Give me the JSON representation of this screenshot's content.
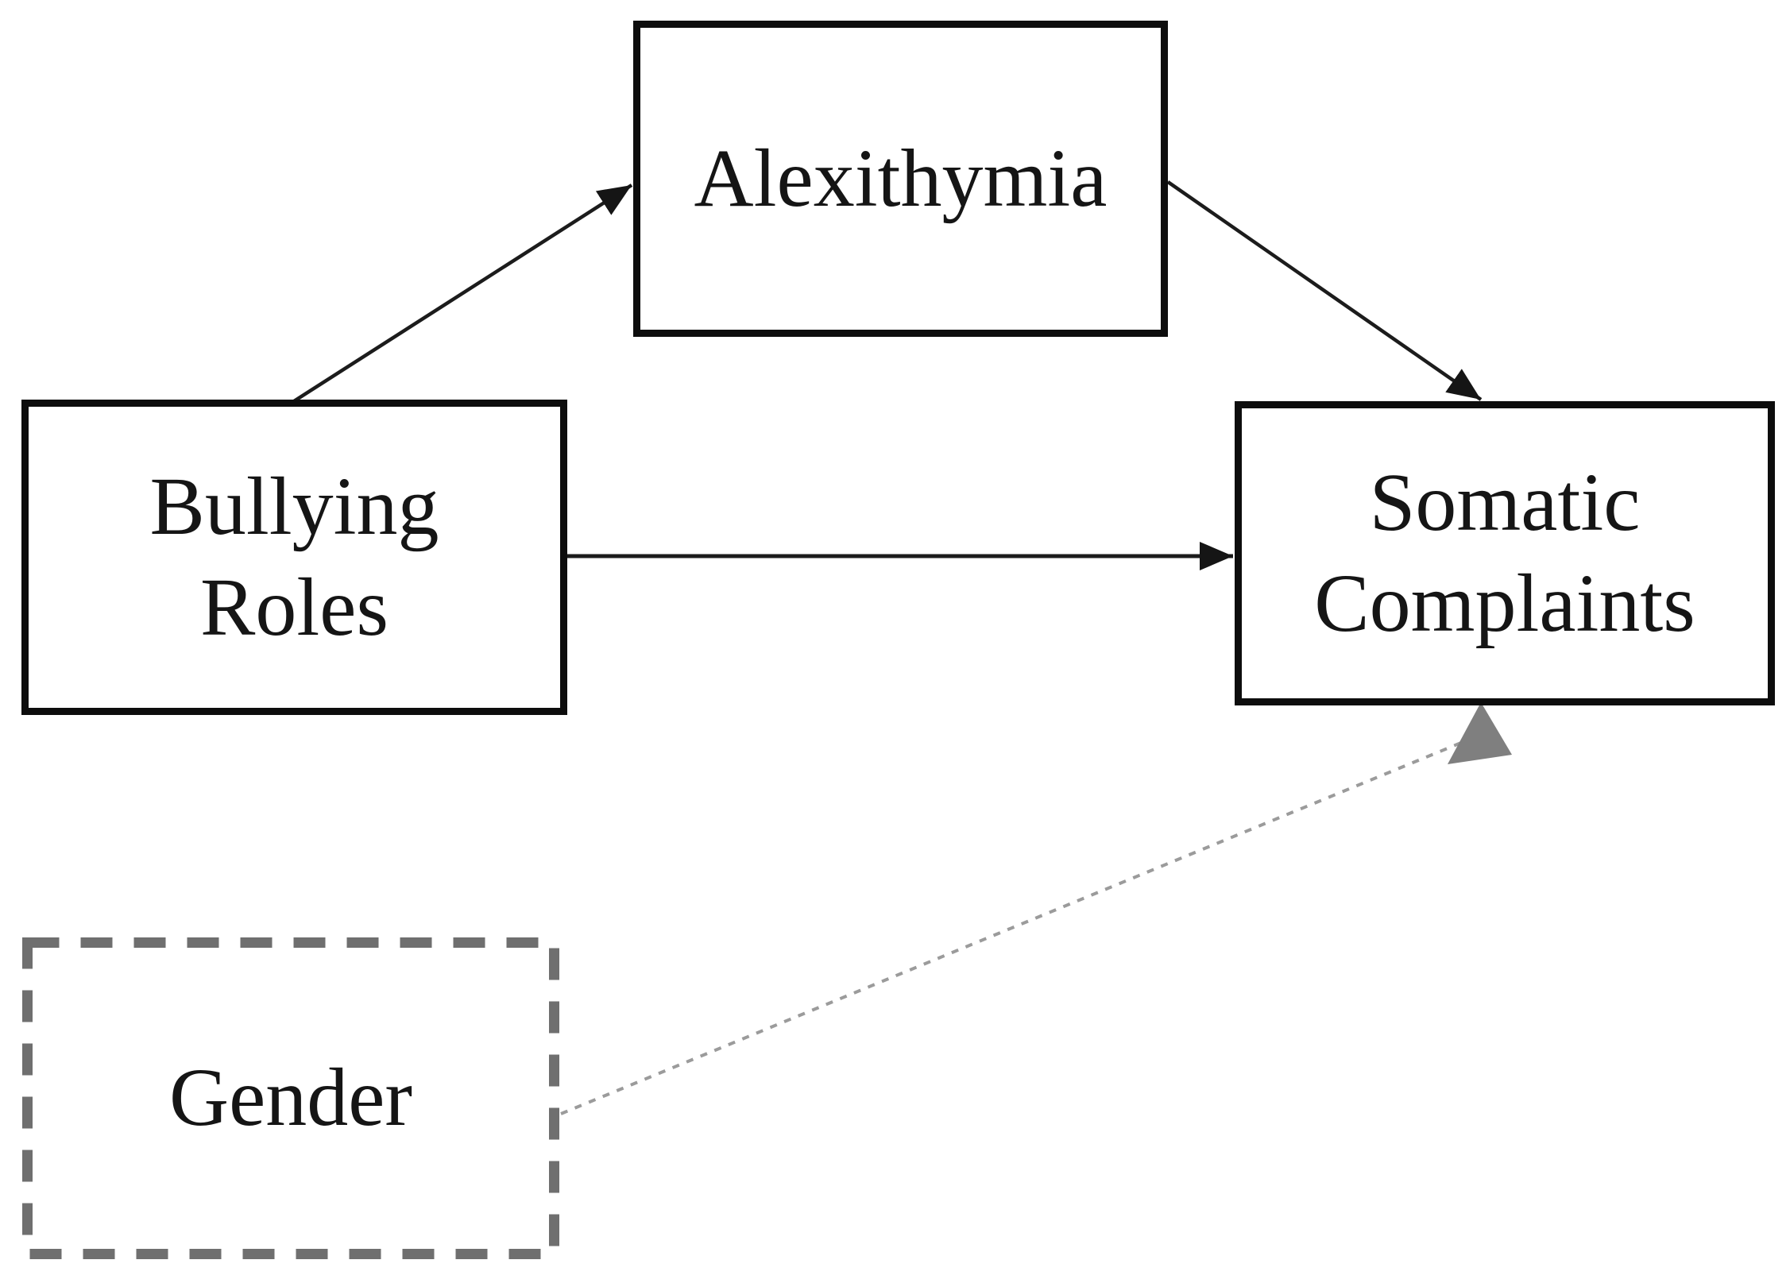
{
  "diagram": {
    "kind": "path-diagram",
    "background_color": "#ffffff",
    "nodes": {
      "alexithymia": {
        "label": "Alexithymia",
        "border_style": "solid",
        "border_color": "#0d0d0d",
        "text_color": "#151515"
      },
      "bullying_roles": {
        "label": "Bullying\nRoles",
        "border_style": "solid",
        "border_color": "#0d0d0d",
        "text_color": "#151515"
      },
      "somatic_complaints": {
        "label": "Somatic\nComplaints",
        "border_style": "solid",
        "border_color": "#0d0d0d",
        "text_color": "#151515"
      },
      "gender": {
        "label": "Gender",
        "border_style": "dashed",
        "border_color": "#6f6f6f",
        "text_color": "#151515"
      }
    },
    "edges": [
      {
        "from": "bullying_roles",
        "to": "alexithymia",
        "line_style": "solid",
        "line_color": "#1c1c1c",
        "arrowhead_color": "#151515"
      },
      {
        "from": "alexithymia",
        "to": "somatic_complaints",
        "line_style": "solid",
        "line_color": "#1c1c1c",
        "arrowhead_color": "#151515"
      },
      {
        "from": "bullying_roles",
        "to": "somatic_complaints",
        "line_style": "solid",
        "line_color": "#1c1c1c",
        "arrowhead_color": "#151515"
      },
      {
        "from": "gender",
        "to": "somatic_complaints",
        "line_style": "dotted",
        "line_color": "#9b9b9b",
        "arrowhead_color": "#7f7f7f"
      }
    ]
  }
}
